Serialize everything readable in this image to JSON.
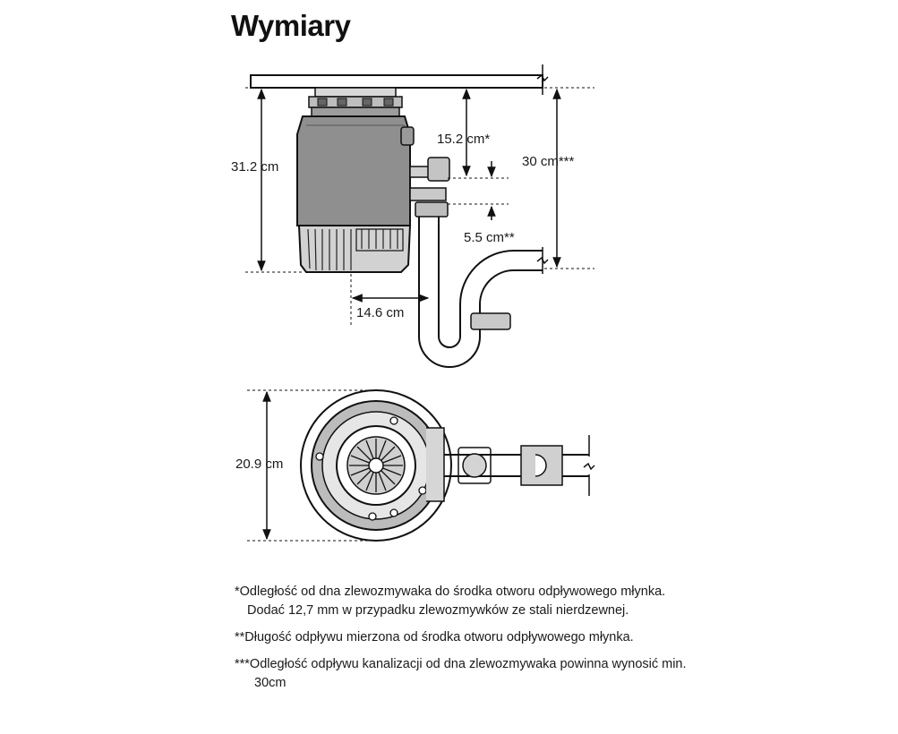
{
  "title": "Wymiary",
  "dimensions": {
    "height_unit": "31.2 cm",
    "outlet_offset": "15.2 cm*",
    "drain_height": "30 cm***",
    "outlet_length": "5.5 cm**",
    "outlet_reach": "14.6 cm",
    "diameter": "20.9 cm"
  },
  "notes": [
    "*Odległość od dna zlewozmywaka do środka otworu odpływowego młynka. Dodać 12,7 mm w przypadku zlewozmywków ze stali nierdzewnej.",
    "**Długość odpływu mierzona od środka otworu odpływowego młynka.",
    "***Odległość odpływu kanalizacji od dna zlewozmywaka powinna wynosić min. 30cm"
  ]
}
